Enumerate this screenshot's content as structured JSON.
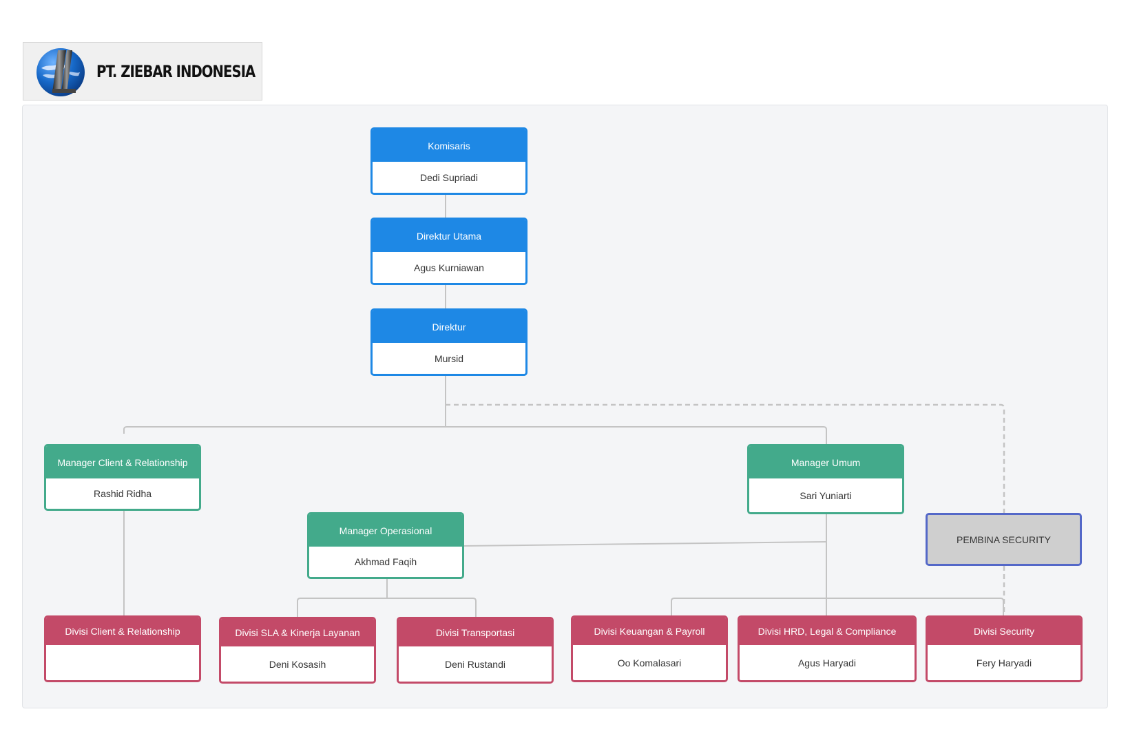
{
  "header": {
    "company_name": "PT. ZIEBAR INDONESIA"
  },
  "colors": {
    "executive": "#1e88e5",
    "manager": "#43aa8b",
    "division": "#c34a68",
    "advisor_border": "#5468c8",
    "advisor_fill": "#cfcfcf"
  },
  "nodes": {
    "komisaris": {
      "title": "Komisaris",
      "name": "Dedi Supriadi"
    },
    "direktur_utama": {
      "title": "Direktur Utama",
      "name": "Agus Kurniawan"
    },
    "direktur": {
      "title": "Direktur",
      "name": "Mursid"
    },
    "manager_client": {
      "title": "Manager Client & Relationship",
      "name": "Rashid Ridha"
    },
    "manager_umum": {
      "title": "Manager Umum",
      "name": "Sari Yuniarti"
    },
    "manager_operasional": {
      "title": "Manager Operasional",
      "name": "Akhmad Faqih"
    },
    "pembina_security": {
      "title": "PEMBINA SECURITY"
    },
    "divisi_client": {
      "title": "Divisi Client & Relationship",
      "name": ""
    },
    "divisi_sla": {
      "title": "Divisi SLA & Kinerja Layanan",
      "name": "Deni Kosasih"
    },
    "divisi_transportasi": {
      "title": "Divisi Transportasi",
      "name": "Deni Rustandi"
    },
    "divisi_keuangan": {
      "title": "Divisi Keuangan & Payroll",
      "name": "Oo Komalasari"
    },
    "divisi_hrd": {
      "title": "Divisi HRD, Legal & Compliance",
      "name": "Agus Haryadi"
    },
    "divisi_security": {
      "title": "Divisi Security",
      "name": "Fery Haryadi"
    }
  }
}
